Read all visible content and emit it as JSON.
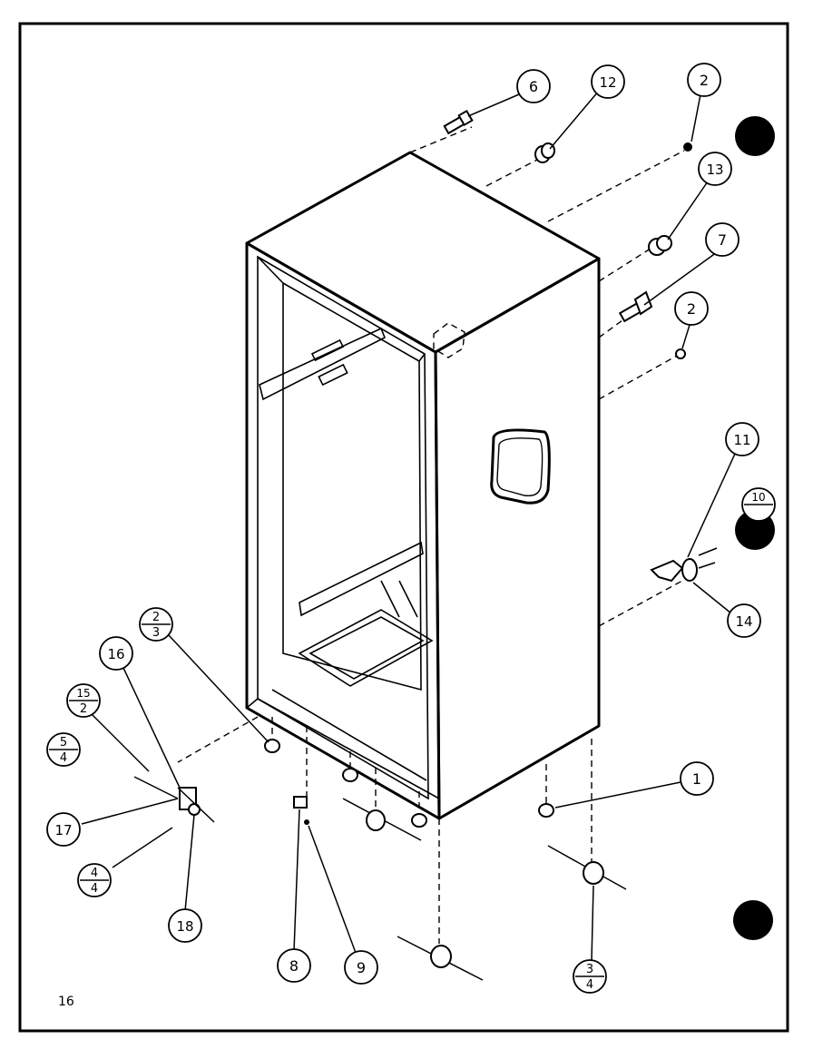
{
  "diagram": {
    "page_number": "16",
    "callouts": [
      {
        "id": "c6",
        "num": "6"
      },
      {
        "id": "c12",
        "num": "12"
      },
      {
        "id": "c2a",
        "num": "2"
      },
      {
        "id": "c13",
        "num": "13"
      },
      {
        "id": "c7",
        "num": "7"
      },
      {
        "id": "c2b",
        "num": "2"
      },
      {
        "id": "c11",
        "num": "11"
      },
      {
        "id": "c14",
        "num": "14"
      },
      {
        "id": "c1",
        "num": "1"
      },
      {
        "id": "c16",
        "num": "16"
      },
      {
        "id": "c17",
        "num": "17"
      },
      {
        "id": "c18",
        "num": "18"
      },
      {
        "id": "c8",
        "num": "8"
      },
      {
        "id": "c9",
        "num": "9"
      }
    ],
    "fraction_callouts": [
      {
        "id": "f23",
        "top": "2",
        "bottom": "3"
      },
      {
        "id": "f152",
        "top": "15",
        "bottom": "2"
      },
      {
        "id": "f54",
        "top": "5",
        "bottom": "4"
      },
      {
        "id": "f44",
        "top": "4",
        "bottom": "4"
      },
      {
        "id": "f34",
        "top": "3",
        "bottom": "4"
      },
      {
        "id": "f10",
        "top": "10",
        "bottom": ""
      }
    ]
  }
}
